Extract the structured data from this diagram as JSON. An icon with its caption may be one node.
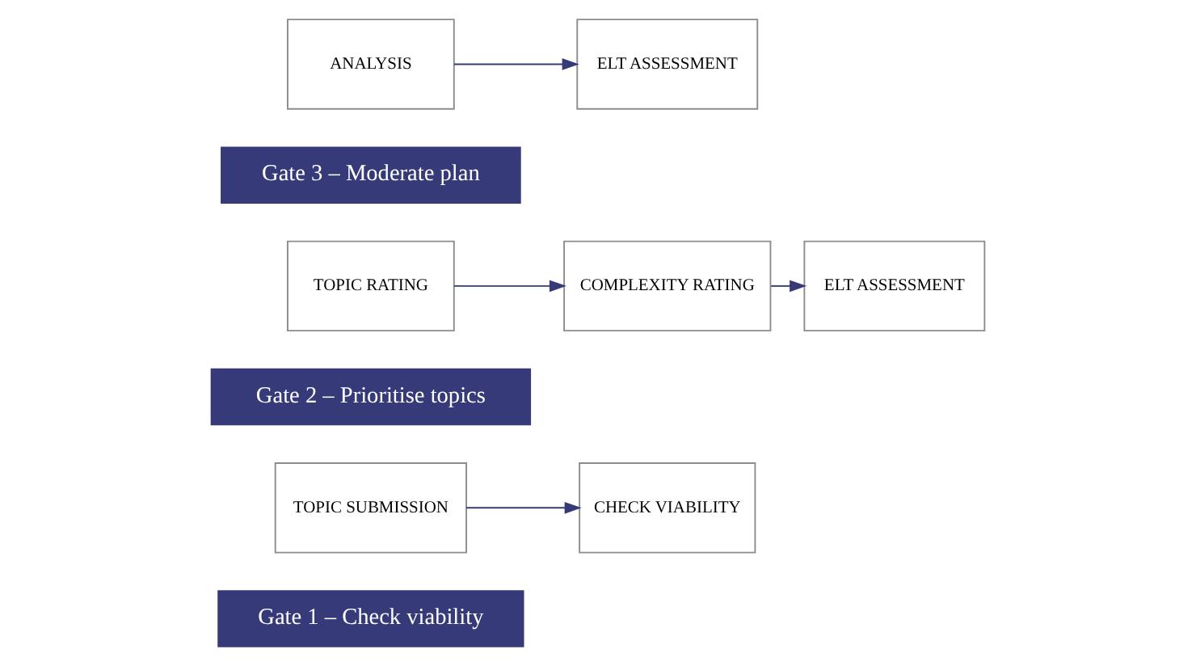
{
  "diagram": {
    "nodes": [
      {
        "text": [
          "Gate 1 – Check viability"
        ]
      },
      {
        "text": [
          "TOPIC SUBMISSION"
        ]
      },
      {
        "text": [
          "CHECK VIABILITY"
        ]
      },
      {
        "text": [
          "Gate 2 – Prioritise topics"
        ]
      },
      {
        "text": [
          "TOPIC RATING"
        ]
      },
      {
        "text": [
          "COMPLEXITY RATING"
        ]
      },
      {
        "text": [
          "ELT ASSESSMENT"
        ]
      },
      {
        "text": [
          "Gate 3 – Moderate plan"
        ]
      },
      {
        "text": [
          "ANALYSIS"
        ]
      },
      {
        "text": [
          "ELT ASSESSMENT"
        ]
      }
    ],
    "edges": [
      {
        "from": 1,
        "to": 2,
        "arrow": "to"
      },
      {
        "from": 4,
        "to": 5,
        "arrow": "to"
      },
      {
        "from": 5,
        "to": 6,
        "arrow": "to"
      },
      {
        "from": 8,
        "to": 9,
        "arrow": "to"
      }
    ]
  }
}
